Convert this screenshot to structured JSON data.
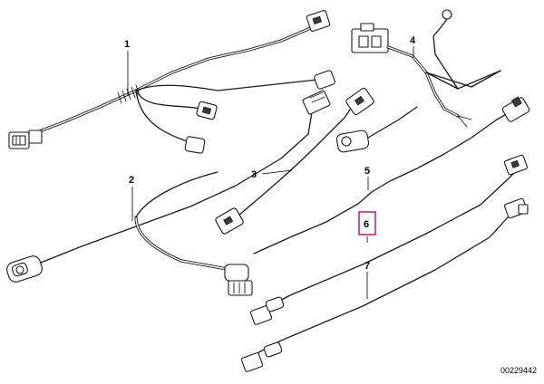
{
  "callouts": [
    {
      "id": "1",
      "label": "1"
    },
    {
      "id": "2",
      "label": "2"
    },
    {
      "id": "3",
      "label": "3"
    },
    {
      "id": "4",
      "label": "4"
    },
    {
      "id": "5",
      "label": "5"
    },
    {
      "id": "6",
      "label": "6",
      "highlighted": true
    },
    {
      "id": "7",
      "label": "7"
    }
  ],
  "document_number": "00229442",
  "colors": {
    "line": "#1a1a1a",
    "highlight": "#d4236e",
    "background": "#ffffff"
  }
}
